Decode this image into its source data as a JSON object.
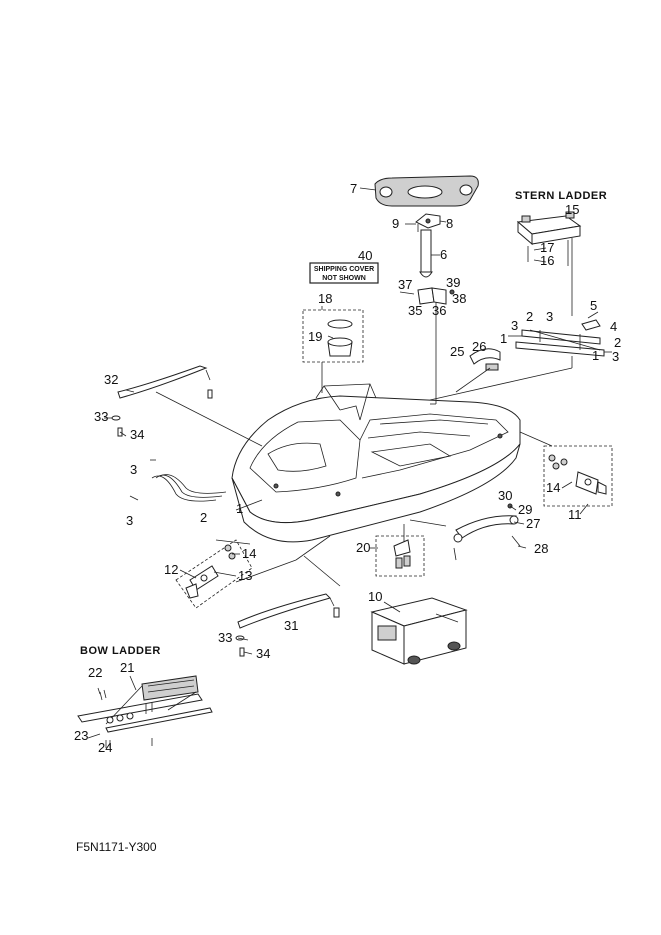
{
  "headings": {
    "stern_ladder": "STERN LADDER",
    "bow_ladder": "BOW LADDER"
  },
  "note": {
    "line1": "SHIPPING COVER",
    "line2": "NOT SHOWN"
  },
  "figure_code": "F5N1171-Y300",
  "callouts": {
    "c7": "7",
    "c9": "9",
    "c8": "8",
    "c6": "6",
    "c40": "40",
    "c15": "15",
    "c17": "17",
    "c16": "16",
    "c37": "37",
    "c39": "39",
    "c38": "38",
    "c35": "35",
    "c36": "36",
    "c18": "18",
    "c19": "19",
    "c5": "5",
    "c4": "4",
    "c2a": "2",
    "c3a": "3",
    "c3b": "3",
    "c1a": "1",
    "c2b": "2",
    "c1b": "1",
    "c3c": "3",
    "c25": "25",
    "c26": "26",
    "c32": "32",
    "c33a": "33",
    "c34a": "34",
    "c3d": "3",
    "c3e": "3",
    "c2c": "2",
    "c1c": "1",
    "c14a": "14",
    "c11": "11",
    "c30": "30",
    "c29": "29",
    "c27": "27",
    "c28": "28",
    "c20": "20",
    "c14b": "14",
    "c12": "12",
    "c13": "13",
    "c10": "10",
    "c31": "31",
    "c33b": "33",
    "c34b": "34",
    "c22": "22",
    "c21": "21",
    "c23": "23",
    "c24": "24"
  }
}
